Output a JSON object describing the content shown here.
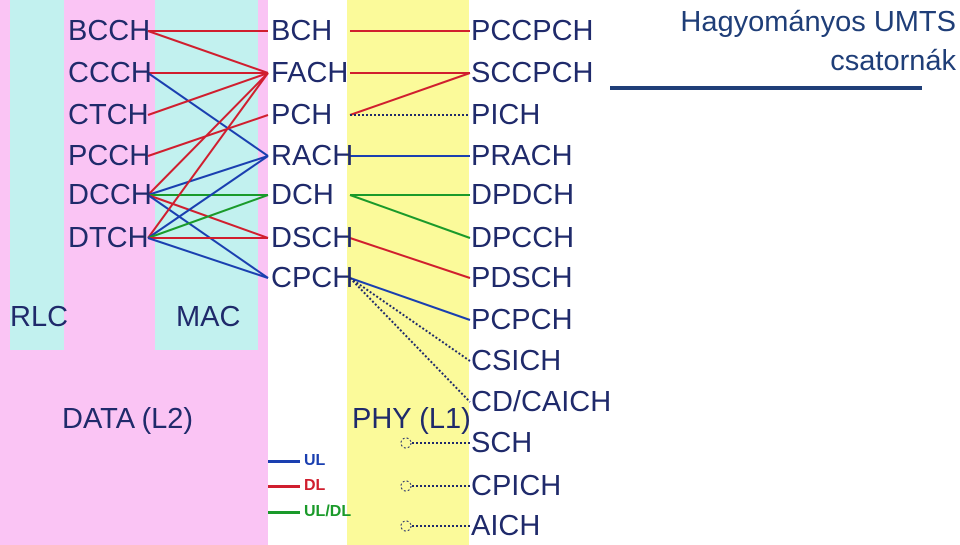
{
  "title": {
    "line1": "Hagyományos UMTS",
    "line2": "csatornák"
  },
  "regions": {
    "rlc": "RLC",
    "mac": "MAC",
    "data": "DATA (L2)",
    "phy": "PHY (L1)"
  },
  "logical_channels": [
    "BCCH",
    "CCCH",
    "CTCH",
    "PCCH",
    "DCCH",
    "DTCH"
  ],
  "transport_channels": [
    "BCH",
    "FACH",
    "PCH",
    "RACH",
    "DCH",
    "DSCH",
    "CPCH"
  ],
  "physical_channels": [
    "PCCPCH",
    "SCCPCH",
    "PICH",
    "PRACH",
    "DPDCH",
    "DPCCH",
    "PDSCH",
    "PCPCH",
    "CSICH",
    "CD/CAICH",
    "SCH",
    "CPICH",
    "AICH"
  ],
  "legend": [
    {
      "label": "UL",
      "color": "#1a3fb0"
    },
    {
      "label": "DL",
      "color": "#d01e2e"
    },
    {
      "label": "UL/DL",
      "color": "#1a9a2a"
    }
  ],
  "colors": {
    "pink": "#fac4f4",
    "cyan": "#c2f1ef",
    "yellow": "#fbfa9a",
    "text": "#1f2a6b",
    "ul": "#1a3fb0",
    "dl": "#d01e2e",
    "both": "#1a9a2a",
    "dotted": "#1f2a6b"
  },
  "links_logical_transport": [
    {
      "from": "BCCH",
      "to": "BCH",
      "kind": "dl"
    },
    {
      "from": "BCCH",
      "to": "FACH",
      "kind": "dl"
    },
    {
      "from": "CCCH",
      "to": "FACH",
      "kind": "dl"
    },
    {
      "from": "CCCH",
      "to": "RACH",
      "kind": "ul"
    },
    {
      "from": "CTCH",
      "to": "FACH",
      "kind": "dl"
    },
    {
      "from": "PCCH",
      "to": "PCH",
      "kind": "dl"
    },
    {
      "from": "DCCH",
      "to": "FACH",
      "kind": "dl"
    },
    {
      "from": "DCCH",
      "to": "RACH",
      "kind": "ul"
    },
    {
      "from": "DCCH",
      "to": "DCH",
      "kind": "both"
    },
    {
      "from": "DCCH",
      "to": "DSCH",
      "kind": "dl"
    },
    {
      "from": "DCCH",
      "to": "CPCH",
      "kind": "ul"
    },
    {
      "from": "DTCH",
      "to": "FACH",
      "kind": "dl"
    },
    {
      "from": "DTCH",
      "to": "RACH",
      "kind": "ul"
    },
    {
      "from": "DTCH",
      "to": "DCH",
      "kind": "both"
    },
    {
      "from": "DTCH",
      "to": "DSCH",
      "kind": "dl"
    },
    {
      "from": "DTCH",
      "to": "CPCH",
      "kind": "ul"
    }
  ],
  "links_transport_physical": [
    {
      "from": "BCH",
      "to": "PCCPCH",
      "kind": "dl"
    },
    {
      "from": "FACH",
      "to": "SCCPCH",
      "kind": "dl"
    },
    {
      "from": "PCH",
      "to": "SCCPCH",
      "kind": "dl"
    },
    {
      "from": "PCH",
      "to": "PICH",
      "kind": "dotted"
    },
    {
      "from": "RACH",
      "to": "PRACH",
      "kind": "ul"
    },
    {
      "from": "DCH",
      "to": "DPDCH",
      "kind": "both"
    },
    {
      "from": "DCH",
      "to": "DPCCH",
      "kind": "both"
    },
    {
      "from": "DSCH",
      "to": "PDSCH",
      "kind": "dl"
    },
    {
      "from": "CPCH",
      "to": "PCPCH",
      "kind": "ul"
    },
    {
      "from": "CPCH",
      "to": "CSICH",
      "kind": "dotted"
    },
    {
      "from": "CPCH",
      "to": "CD/CAICH",
      "kind": "dotted"
    }
  ],
  "standalone_physical": [
    "SCH",
    "CPICH",
    "AICH"
  ]
}
